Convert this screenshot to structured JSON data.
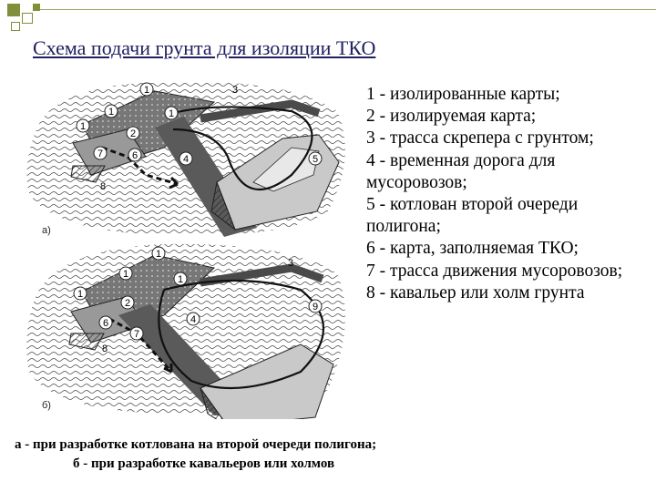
{
  "title": "Схема подачи грунта для изоляции ТКО",
  "legend": [
    "1 - изолированные карты;",
    "2 - изолируемая карта;",
    "3 - трасса скрепера с грунтом;",
    "4 -  временная дорога для мусоровозов;",
    "5 - котлован второй очереди полигона;",
    "6 - карта, заполняемая ТКО;",
    "7 - трасса движения мусоровозов;",
    "8 - кавальер или холм грунта"
  ],
  "caption": {
    "line1": "а - при разработке котлована на второй очереди полигона;",
    "line2": "б - при разработке кавальеров или холмов"
  },
  "diagram": {
    "subfig_a": "а)",
    "subfig_b": "б)",
    "labels_a": [
      "1",
      "3",
      "1",
      "1",
      "1",
      "2",
      "7",
      "6",
      "4",
      "5",
      "8"
    ],
    "labels_b": [
      "1",
      "3",
      "1",
      "1",
      "1",
      "2",
      "6",
      "7",
      "4",
      "9",
      "8"
    ]
  },
  "colors": {
    "title": "#202060",
    "road": "#5a5a5a",
    "pit": "#c9c9c9",
    "accent_square": "#8a9a3a"
  }
}
